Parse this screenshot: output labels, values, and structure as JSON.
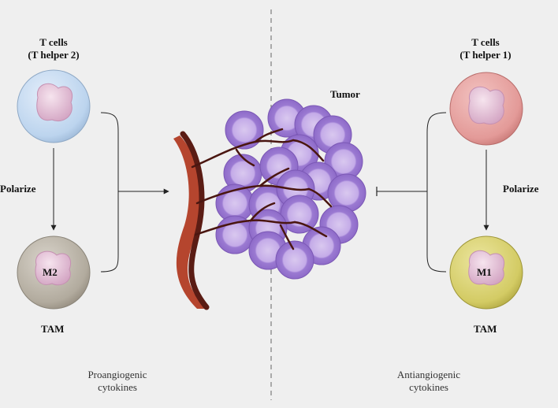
{
  "left": {
    "top_cell_label": "T cells\n(T helper 2)",
    "polarize_label": "Polarize",
    "macrophage_label": "M2",
    "tam_label": "TAM",
    "cytokines_label": "Proangiogenic\ncytokines"
  },
  "right": {
    "top_cell_label": "T cells\n(T helper 1)",
    "polarize_label": "Polarize",
    "macrophage_label": "M1",
    "tam_label": "TAM",
    "cytokines_label": "Antiangiogenic\ncytokines"
  },
  "center": {
    "tumor_label": "Tumor"
  },
  "colors": {
    "background": "#efefef",
    "th2_cell": "#c9def2",
    "m2_cell": "#bbb5a8",
    "th1_cell": "#e59c9c",
    "m1_cell": "#d6cf6e",
    "nucleus": "#e6c6da",
    "tumor_cell": "#a98ad8",
    "vessel": "#5a1c14",
    "vessel_outer": "#b5452e"
  }
}
